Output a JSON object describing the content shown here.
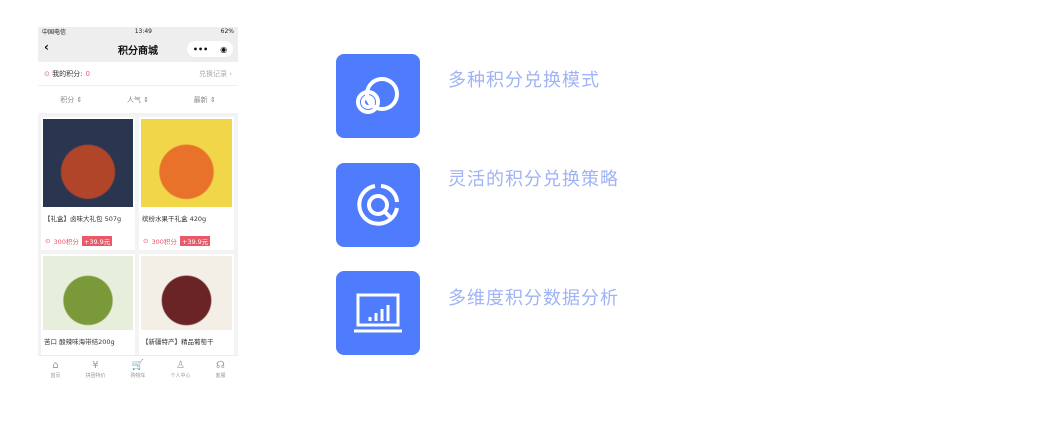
{
  "phone": {
    "status": {
      "carrier": "中国电信",
      "time": "13:49",
      "battery": "62%"
    },
    "nav": {
      "title": "积分商城",
      "more": "•••"
    },
    "points": {
      "label": "我的积分:",
      "value": "0",
      "record": "兑换记录 ›"
    },
    "sort": [
      "积分 ⇕",
      "人气 ⇕",
      "最新 ⇕"
    ],
    "products": [
      {
        "name": "【礼盒】卤味大礼包 507g",
        "points": "300积分",
        "cash": "+39.9元",
        "colors": [
          "#2a3550",
          "#b0452a"
        ]
      },
      {
        "name": "缤纷水果干礼盒 420g",
        "points": "300积分",
        "cash": "+39.9元",
        "colors": [
          "#f2d64a",
          "#e8722a"
        ]
      },
      {
        "name": "苦口 酸辣味海带结200g",
        "points": "",
        "cash": "",
        "colors": [
          "#e8eedc",
          "#7a9a3a"
        ]
      },
      {
        "name": "【新疆特产】精品葡萄干",
        "points": "",
        "cash": "",
        "colors": [
          "#f4efe6",
          "#6a2426"
        ]
      }
    ],
    "tabs": [
      {
        "label": "首页",
        "icon": "home-icon",
        "glyph": "⌂"
      },
      {
        "label": "拼团特价",
        "icon": "yen-icon",
        "glyph": "¥"
      },
      {
        "label": "购物车",
        "icon": "cart-icon",
        "glyph": "🛒"
      },
      {
        "label": "个人中心",
        "icon": "user-icon",
        "glyph": "♙"
      },
      {
        "label": "客服",
        "icon": "headset-icon",
        "glyph": "☊"
      }
    ]
  },
  "features": [
    {
      "title": "多种积分兑换模式",
      "icon": "circles-icon"
    },
    {
      "title": "灵活的积分兑换策略",
      "icon": "pie-chart-icon"
    },
    {
      "title": "多维度积分数据分析",
      "icon": "bar-chart-monitor-icon"
    }
  ],
  "colors": {
    "accent": "#4f7cfc",
    "feature_text": "#9fb3f6",
    "price": "#e85a6a"
  }
}
